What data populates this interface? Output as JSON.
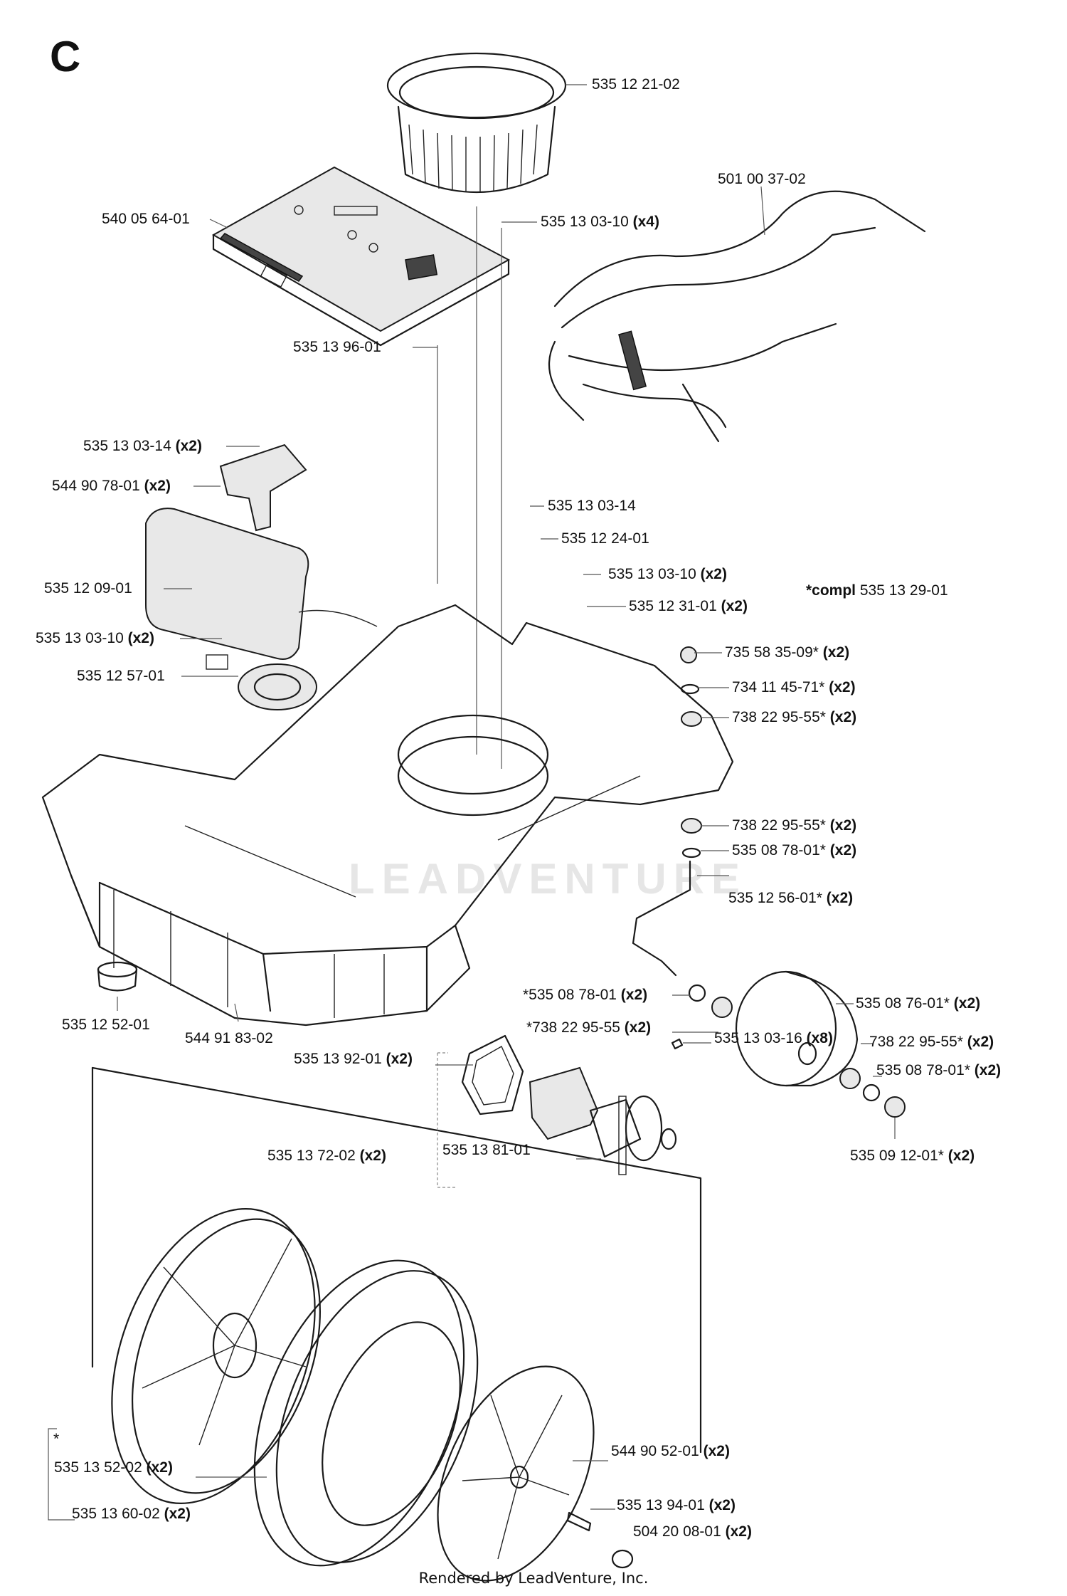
{
  "section": "C",
  "watermark": "LEADVENTURE",
  "footer": "Rendered by LeadVenture, Inc.",
  "compl_note": {
    "prefix": "*compl",
    "number": "535 13 29-01"
  },
  "labels": [
    {
      "id": "p1",
      "num": "535 12 21-02",
      "qty": ""
    },
    {
      "id": "p2",
      "num": "501 00 37-02",
      "qty": ""
    },
    {
      "id": "p3",
      "num": "540 05 64-01",
      "qty": ""
    },
    {
      "id": "p4",
      "num": "535 13 03-10",
      "qty": "(x4)"
    },
    {
      "id": "p5",
      "num": "535 13 96-01",
      "qty": ""
    },
    {
      "id": "p6",
      "num": "535 13 03-14",
      "qty": "(x2)"
    },
    {
      "id": "p7",
      "num": "544 90 78-01",
      "qty": "(x2)"
    },
    {
      "id": "p8",
      "num": "535 13 03-14",
      "qty": ""
    },
    {
      "id": "p9",
      "num": "535 12 24-01",
      "qty": ""
    },
    {
      "id": "p10",
      "num": "535 13 03-10",
      "qty": "(x2)"
    },
    {
      "id": "p11",
      "num": "535 12 09-01",
      "qty": ""
    },
    {
      "id": "p12",
      "num": "535 12 31-01",
      "qty": "(x2)"
    },
    {
      "id": "p13",
      "num": "535 13 03-10",
      "qty": "(x2)"
    },
    {
      "id": "p14",
      "num": "735 58 35-09*",
      "qty": "(x2)"
    },
    {
      "id": "p15",
      "num": "535 12 57-01",
      "qty": ""
    },
    {
      "id": "p16",
      "num": "734 11 45-71*",
      "qty": "(x2)"
    },
    {
      "id": "p17",
      "num": "738 22 95-55*",
      "qty": "(x2)"
    },
    {
      "id": "p18",
      "num": "738 22 95-55*",
      "qty": "(x2)"
    },
    {
      "id": "p19",
      "num": "535 08 78-01*",
      "qty": "(x2)"
    },
    {
      "id": "p20",
      "num": "535 12 56-01*",
      "qty": "(x2)"
    },
    {
      "id": "p21",
      "num": "*535 08 78-01",
      "qty": "(x2)"
    },
    {
      "id": "p22",
      "num": "535 08 76-01*",
      "qty": "(x2)"
    },
    {
      "id": "p23",
      "num": "*738 22 95-55",
      "qty": "(x2)"
    },
    {
      "id": "p24",
      "num": "738 22 95-55*",
      "qty": "(x2)"
    },
    {
      "id": "p25",
      "num": "535 12 52-01",
      "qty": ""
    },
    {
      "id": "p26",
      "num": "544 91 83-02",
      "qty": ""
    },
    {
      "id": "p27",
      "num": "535 13 92-01",
      "qty": "(x2)"
    },
    {
      "id": "p28",
      "num": "535 08 78-01*",
      "qty": "(x2)"
    },
    {
      "id": "p29",
      "num": "535 13 03-16",
      "qty": "(x8)"
    },
    {
      "id": "p30",
      "num": "535 13 72-02",
      "qty": "(x2)"
    },
    {
      "id": "p31",
      "num": "535 13 81-01",
      "qty": ""
    },
    {
      "id": "p32",
      "num": "535 09 12-01*",
      "qty": "(x2)"
    },
    {
      "id": "p33",
      "num": "544 90 52-01",
      "qty": "(x2)"
    },
    {
      "id": "p34",
      "num": "535 13 52-02",
      "qty": "(x2)"
    },
    {
      "id": "p35",
      "num": "535 13 94-01",
      "qty": "(x2)"
    },
    {
      "id": "p36",
      "num": "535 13 60-02",
      "qty": "(x2)"
    },
    {
      "id": "p37",
      "num": "504 20 08-01",
      "qty": "(x2)"
    }
  ],
  "star_note": "*"
}
